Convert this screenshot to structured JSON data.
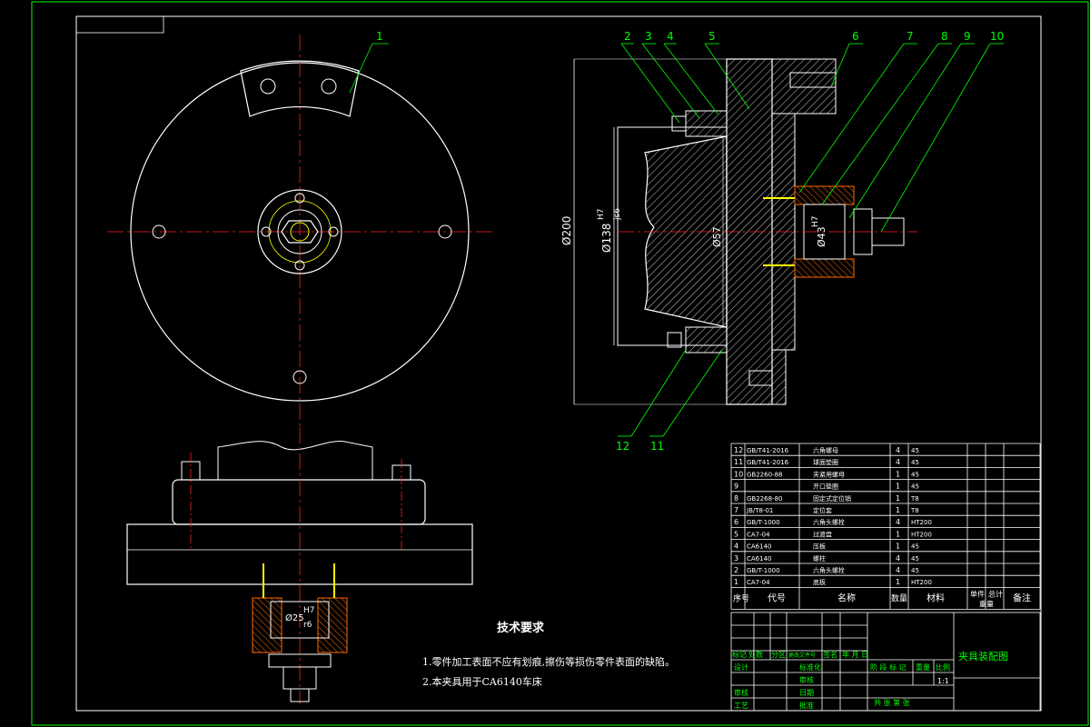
{
  "balloons": [
    "1",
    "2",
    "3",
    "4",
    "5",
    "6",
    "7",
    "8",
    "9",
    "10",
    "11",
    "12"
  ],
  "dims": {
    "d200": "Ø200",
    "d138": "Ø138",
    "h7a": "H7",
    "js6": "js6",
    "d57": "Ø57",
    "d25": "Ø25",
    "h7b": "H7",
    "r6": "r6",
    "h7c": "H7",
    "d43": "Ø43"
  },
  "notes": {
    "title": "技术要求",
    "line1": "1.零件加工表面不应有划痕,擦伤等损伤零件表面的缺陷。",
    "line2": "2.本夹具用于CA6140车床"
  },
  "bom": {
    "headers": [
      "序号",
      "代号",
      "名称",
      "数量",
      "材料",
      "单件",
      "总计",
      "重量",
      "备注"
    ],
    "rows": [
      [
        "12",
        "GB/T41-2016",
        "六角螺母",
        "4",
        "45"
      ],
      [
        "11",
        "GB/T41-2016",
        "球面垫圈",
        "4",
        "45"
      ],
      [
        "10",
        "GB2260-88",
        "夹紧用螺母",
        "1",
        "45"
      ],
      [
        "9",
        "",
        "开口垫圈",
        "1",
        "45"
      ],
      [
        "8",
        "GB2268-80",
        "固定式定位销",
        "1",
        "T8"
      ],
      [
        "7",
        "JB/T8-01",
        "定位套",
        "1",
        "T8"
      ],
      [
        "6",
        "GB/T-1000",
        "六角头螺栓",
        "4",
        "HT200"
      ],
      [
        "5",
        "CA7-04",
        "过渡盘",
        "1",
        "HT200"
      ],
      [
        "4",
        "CA6140",
        "压板",
        "1",
        "45"
      ],
      [
        "3",
        "CA6140",
        "螺柱",
        "4",
        "45"
      ],
      [
        "2",
        "GB/T-1000",
        "六角头螺栓",
        "4",
        "45"
      ],
      [
        "1",
        "CA7-04",
        "底板",
        "1",
        "HT200"
      ]
    ]
  },
  "titleblock": {
    "drawing_name": "夹具装配图",
    "change_labels": [
      "标记",
      "处数",
      "分区",
      "更改文件号",
      "签名",
      "年 月 日"
    ],
    "design": "设计",
    "standardize": "标准化",
    "review": "审核",
    "process": "工艺",
    "approve": "批准",
    "check": "审核",
    "date": "日期",
    "stage_labels": [
      "阶 段 标 记",
      "重量",
      "比例"
    ],
    "scale": "1:1",
    "sheet": "共  张  第  张"
  },
  "colors": {
    "frame": "#00ff00",
    "geometry": "#ffffff",
    "centerline": "#ff2020",
    "hatch": "#ff6a00",
    "leader": "#00ff00",
    "accent": "#ffff00",
    "cyan": "#00ffff"
  }
}
